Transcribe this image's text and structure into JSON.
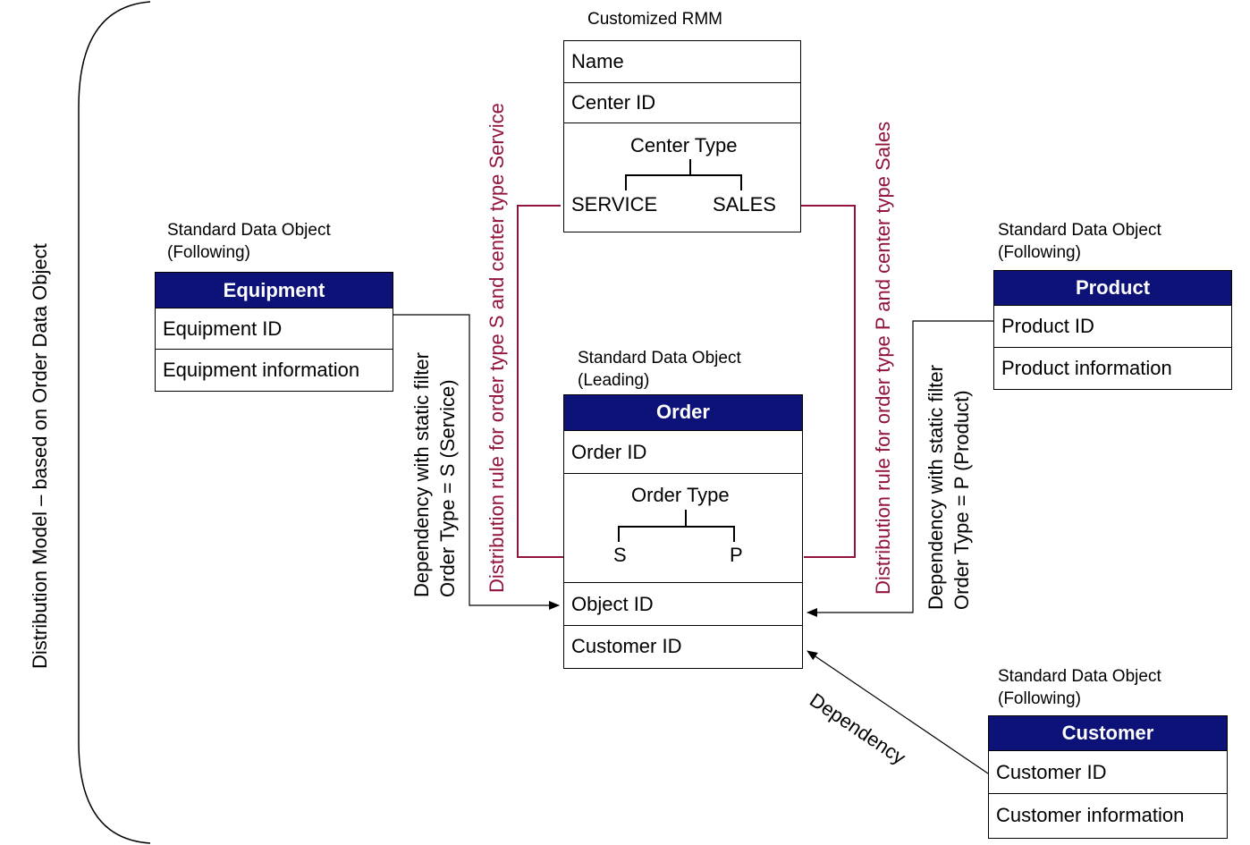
{
  "side_label": "Distribution Model – based on Order  Data Object",
  "rmm": {
    "caption": "Customized  RMM",
    "name": "Name",
    "center_id": "Center ID",
    "center_type": "Center Type",
    "service": "SERVICE",
    "sales": "SALES"
  },
  "equipment": {
    "caption_line1": "Standard Data Object",
    "caption_line2": "(Following)",
    "title": "Equipment",
    "rows": [
      "Equipment ID",
      "Equipment information"
    ]
  },
  "product": {
    "caption_line1": "Standard Data Object",
    "caption_line2": "(Following)",
    "title": "Product",
    "rows": [
      "Product ID",
      "Product information"
    ]
  },
  "order": {
    "caption_line1": "Standard Data Object",
    "caption_line2": "(Leading)",
    "title": "Order",
    "order_id": "Order ID",
    "order_type": "Order Type",
    "s": "S",
    "p": "P",
    "object_id": "Object ID",
    "customer_id": "Customer ID"
  },
  "customer": {
    "caption_line1": "Standard Data Object",
    "caption_line2": "(Following)",
    "title": "Customer",
    "rows": [
      "Customer ID",
      "Customer information"
    ]
  },
  "labels": {
    "dist_service": "Distribution rule for order type S and center type Service",
    "dist_sales": "Distribution rule for order type P and center type Sales",
    "dep_service_line1": "Dependency with static filter",
    "dep_service_line2": "Order Type = S (Service)",
    "dep_product_line1": "Dependency with static filter",
    "dep_product_line2": "Order Type = P (Product)",
    "dependency": "Dependency"
  },
  "colors": {
    "header_fill": "#0c1277",
    "distribution_rule": "#93143b",
    "line": "#000000"
  }
}
